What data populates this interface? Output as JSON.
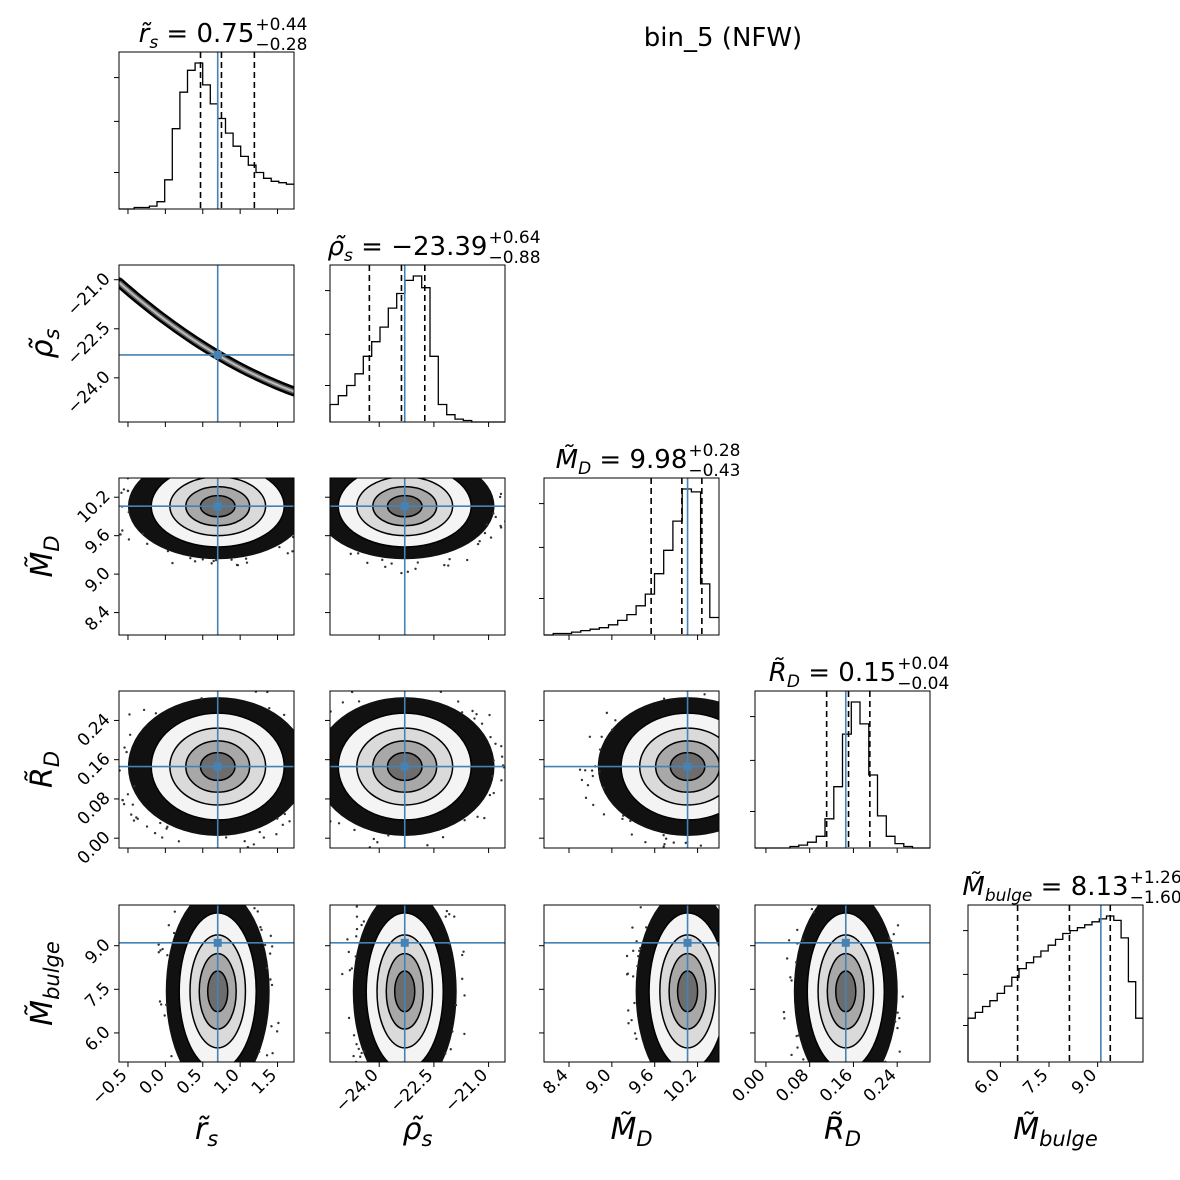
{
  "title": "bin_5  (NFW)",
  "colors": {
    "truth": "#4682b4",
    "hist": "#000000",
    "quantile": "#000000",
    "background": "#ffffff"
  },
  "chart_data": {
    "type": "corner",
    "parameters": [
      {
        "key": "rs",
        "label": "r̃s",
        "tex_base": "r̃",
        "tex_sub": "s",
        "median": 0.75,
        "plus": 0.44,
        "minus": 0.28,
        "title_value": "0.75",
        "title_plus": "+0.44",
        "title_minus": "−0.28",
        "quantiles": [
          0.47,
          0.75,
          1.19
        ],
        "truth": 0.7,
        "range": [
          -0.62,
          1.72
        ],
        "ticks": [
          -0.5,
          0.0,
          0.5,
          1.0,
          1.5
        ],
        "tick_labels": [
          "−0.5",
          "0.0",
          "0.5",
          "1.0",
          "1.5"
        ],
        "hist": [
          0,
          0,
          0.01,
          0.01,
          0.02,
          0.05,
          0.2,
          0.55,
          0.8,
          0.95,
          1.0,
          0.85,
          0.72,
          0.62,
          0.52,
          0.43,
          0.36,
          0.3,
          0.25,
          0.21,
          0.19,
          0.18,
          0.17
        ]
      },
      {
        "key": "rhos",
        "label": "ρ̃s",
        "tex_base": "ρ̃",
        "tex_sub": "s",
        "median": -23.39,
        "plus": 0.64,
        "minus": 0.88,
        "title_value": "−23.39",
        "title_plus": "+0.64",
        "title_minus": "−0.88",
        "quantiles": [
          -24.27,
          -23.39,
          -22.75
        ],
        "truth": -23.3,
        "range": [
          -25.35,
          -20.55
        ],
        "ticks": [
          -24.0,
          -22.5,
          -21.0
        ],
        "tick_labels": [
          "−24.0",
          "−22.5",
          "−21.0"
        ],
        "hist": [
          0.12,
          0.18,
          0.25,
          0.33,
          0.45,
          0.55,
          0.65,
          0.78,
          0.88,
          0.97,
          1.0,
          0.92,
          0.45,
          0.12,
          0.05,
          0.02,
          0.01,
          0,
          0,
          0,
          0
        ]
      },
      {
        "key": "MD",
        "label": "M̃D",
        "tex_base": "M̃",
        "tex_sub": "D",
        "median": 9.98,
        "plus": 0.28,
        "minus": 0.43,
        "title_value": "9.98",
        "title_plus": "+0.28",
        "title_minus": "−0.43",
        "quantiles": [
          9.55,
          9.98,
          10.26
        ],
        "truth": 10.06,
        "range": [
          8.05,
          10.5
        ],
        "ticks": [
          8.4,
          9.0,
          9.6,
          10.2
        ],
        "tick_labels": [
          "8.4",
          "9.0",
          "9.6",
          "10.2"
        ],
        "hist": [
          0,
          0.01,
          0.01,
          0.02,
          0.03,
          0.04,
          0.05,
          0.07,
          0.1,
          0.14,
          0.2,
          0.28,
          0.42,
          0.58,
          0.78,
          1.0,
          0.98,
          0.35,
          0.12
        ]
      },
      {
        "key": "RD",
        "label": "R̃D",
        "tex_base": "R̃",
        "tex_sub": "D",
        "median": 0.15,
        "plus": 0.04,
        "minus": 0.04,
        "title_value": "0.15",
        "title_plus": "+0.04",
        "title_minus": "−0.04",
        "quantiles": [
          0.111,
          0.151,
          0.19
        ],
        "truth": 0.146,
        "range": [
          -0.02,
          0.3
        ],
        "ticks": [
          0.0,
          0.08,
          0.16,
          0.24
        ],
        "tick_labels": [
          "0.00",
          "0.08",
          "0.16",
          "0.24"
        ],
        "hist": [
          0,
          0,
          0,
          0,
          0.01,
          0.02,
          0.04,
          0.08,
          0.2,
          0.42,
          0.78,
          1.0,
          0.85,
          0.5,
          0.22,
          0.08,
          0.03,
          0.01,
          0,
          0
        ]
      },
      {
        "key": "Mbulge",
        "label": "M̃bulge",
        "tex_base": "M̃",
        "tex_sub": "bulge",
        "median": 8.13,
        "plus": 1.26,
        "minus": 1.6,
        "title_value": "8.13",
        "title_plus": "+1.26",
        "title_minus": "−1.60",
        "quantiles": [
          6.53,
          8.13,
          9.39
        ],
        "truth": 9.1,
        "range": [
          5.0,
          10.4
        ],
        "ticks": [
          6.0,
          7.5,
          9.0
        ],
        "tick_labels": [
          "6.0",
          "7.5",
          "9.0"
        ],
        "hist": [
          0.3,
          0.34,
          0.38,
          0.42,
          0.47,
          0.52,
          0.58,
          0.64,
          0.68,
          0.72,
          0.76,
          0.8,
          0.84,
          0.88,
          0.9,
          0.92,
          0.94,
          0.96,
          0.98,
          1.0,
          0.97,
          0.85,
          0.55,
          0.3
        ]
      }
    ]
  }
}
